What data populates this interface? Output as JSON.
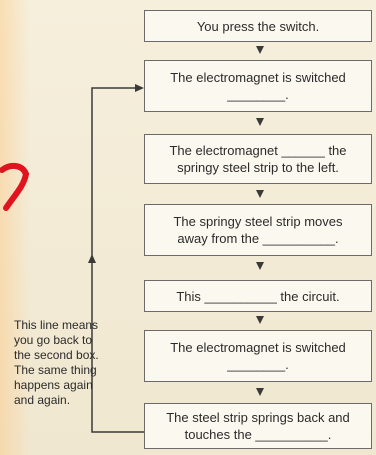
{
  "steps": [
    {
      "text": "You press the switch."
    },
    {
      "text": "The electromagnet is switched\n________."
    },
    {
      "text": "The electromagnet ______ the\nspringy steel strip to the left."
    },
    {
      "text": "The springy steel strip moves\naway from the __________."
    },
    {
      "text": "This __________ the circuit."
    },
    {
      "text": "The electromagnet is switched\n________."
    },
    {
      "text": "The steel strip springs back and\ntouches the __________."
    }
  ],
  "note": "This line means\nyou go back to\nthe second box.\nThe same thing\nhappens again\nand again.",
  "colors": {
    "box_border": "#6b6b6b",
    "box_fill": "#fbf8ef",
    "arrow": "#3a3a3a",
    "scribble": "#e0141e"
  }
}
